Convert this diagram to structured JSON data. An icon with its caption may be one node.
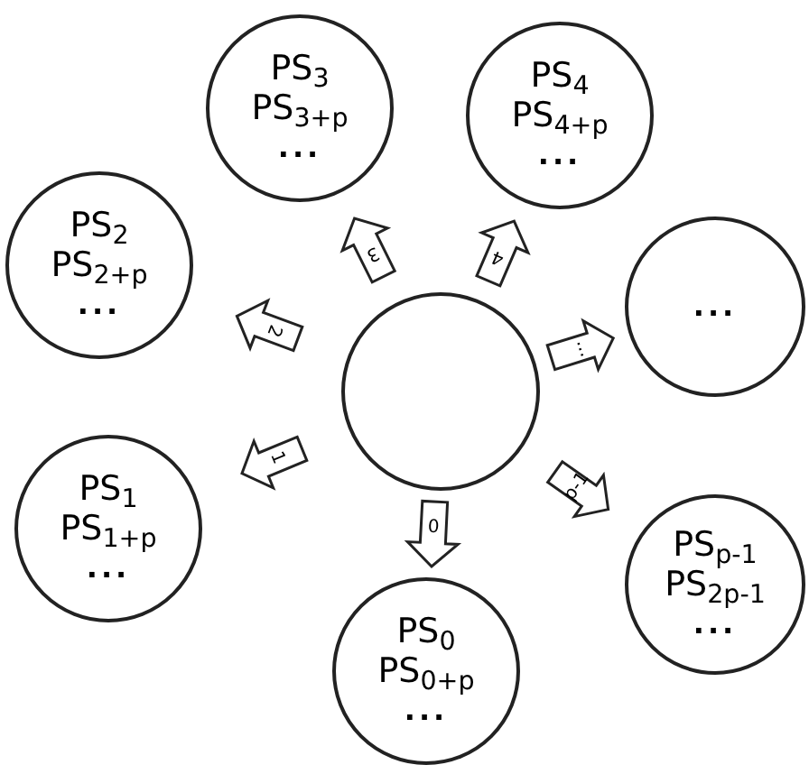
{
  "diagram": {
    "nodes": [
      {
        "text": [
          "PS$_{3}$",
          "PS$_{3+p}$",
          "..."
        ]
      },
      {
        "text": [
          "PS$_{4}$",
          "PS$_{4+p}$",
          "..."
        ]
      },
      {
        "text": [
          "PS$_{2}$",
          "PS$_{2+p}$",
          "..."
        ]
      },
      {
        "text": [
          "..."
        ]
      },
      {
        "text": [],
        "shape": "circle"
      },
      {
        "text": [
          "PS$_{1}$",
          "PS$_{1+p}$",
          "..."
        ]
      },
      {
        "text": [
          "PS$_{p-1}$",
          "PS$_{2p-1}$",
          "..."
        ]
      },
      {
        "text": [
          "PS$_{0}$",
          "PS$_{0+p}$",
          "..."
        ]
      }
    ],
    "edges": [
      {
        "from": 4,
        "to": 7,
        "arrow": "to",
        "label": "0"
      },
      {
        "from": 4,
        "to": 5,
        "arrow": "to",
        "label": "1"
      },
      {
        "from": 4,
        "to": 2,
        "arrow": "to",
        "label": "2"
      },
      {
        "from": 4,
        "to": 0,
        "arrow": "to",
        "label": "3"
      },
      {
        "from": 4,
        "to": 1,
        "arrow": "to",
        "label": "4"
      },
      {
        "from": 4,
        "to": 3,
        "arrow": "to",
        "label": "..."
      },
      {
        "from": 4,
        "to": 6,
        "arrow": "to",
        "label": "p-1"
      }
    ]
  }
}
